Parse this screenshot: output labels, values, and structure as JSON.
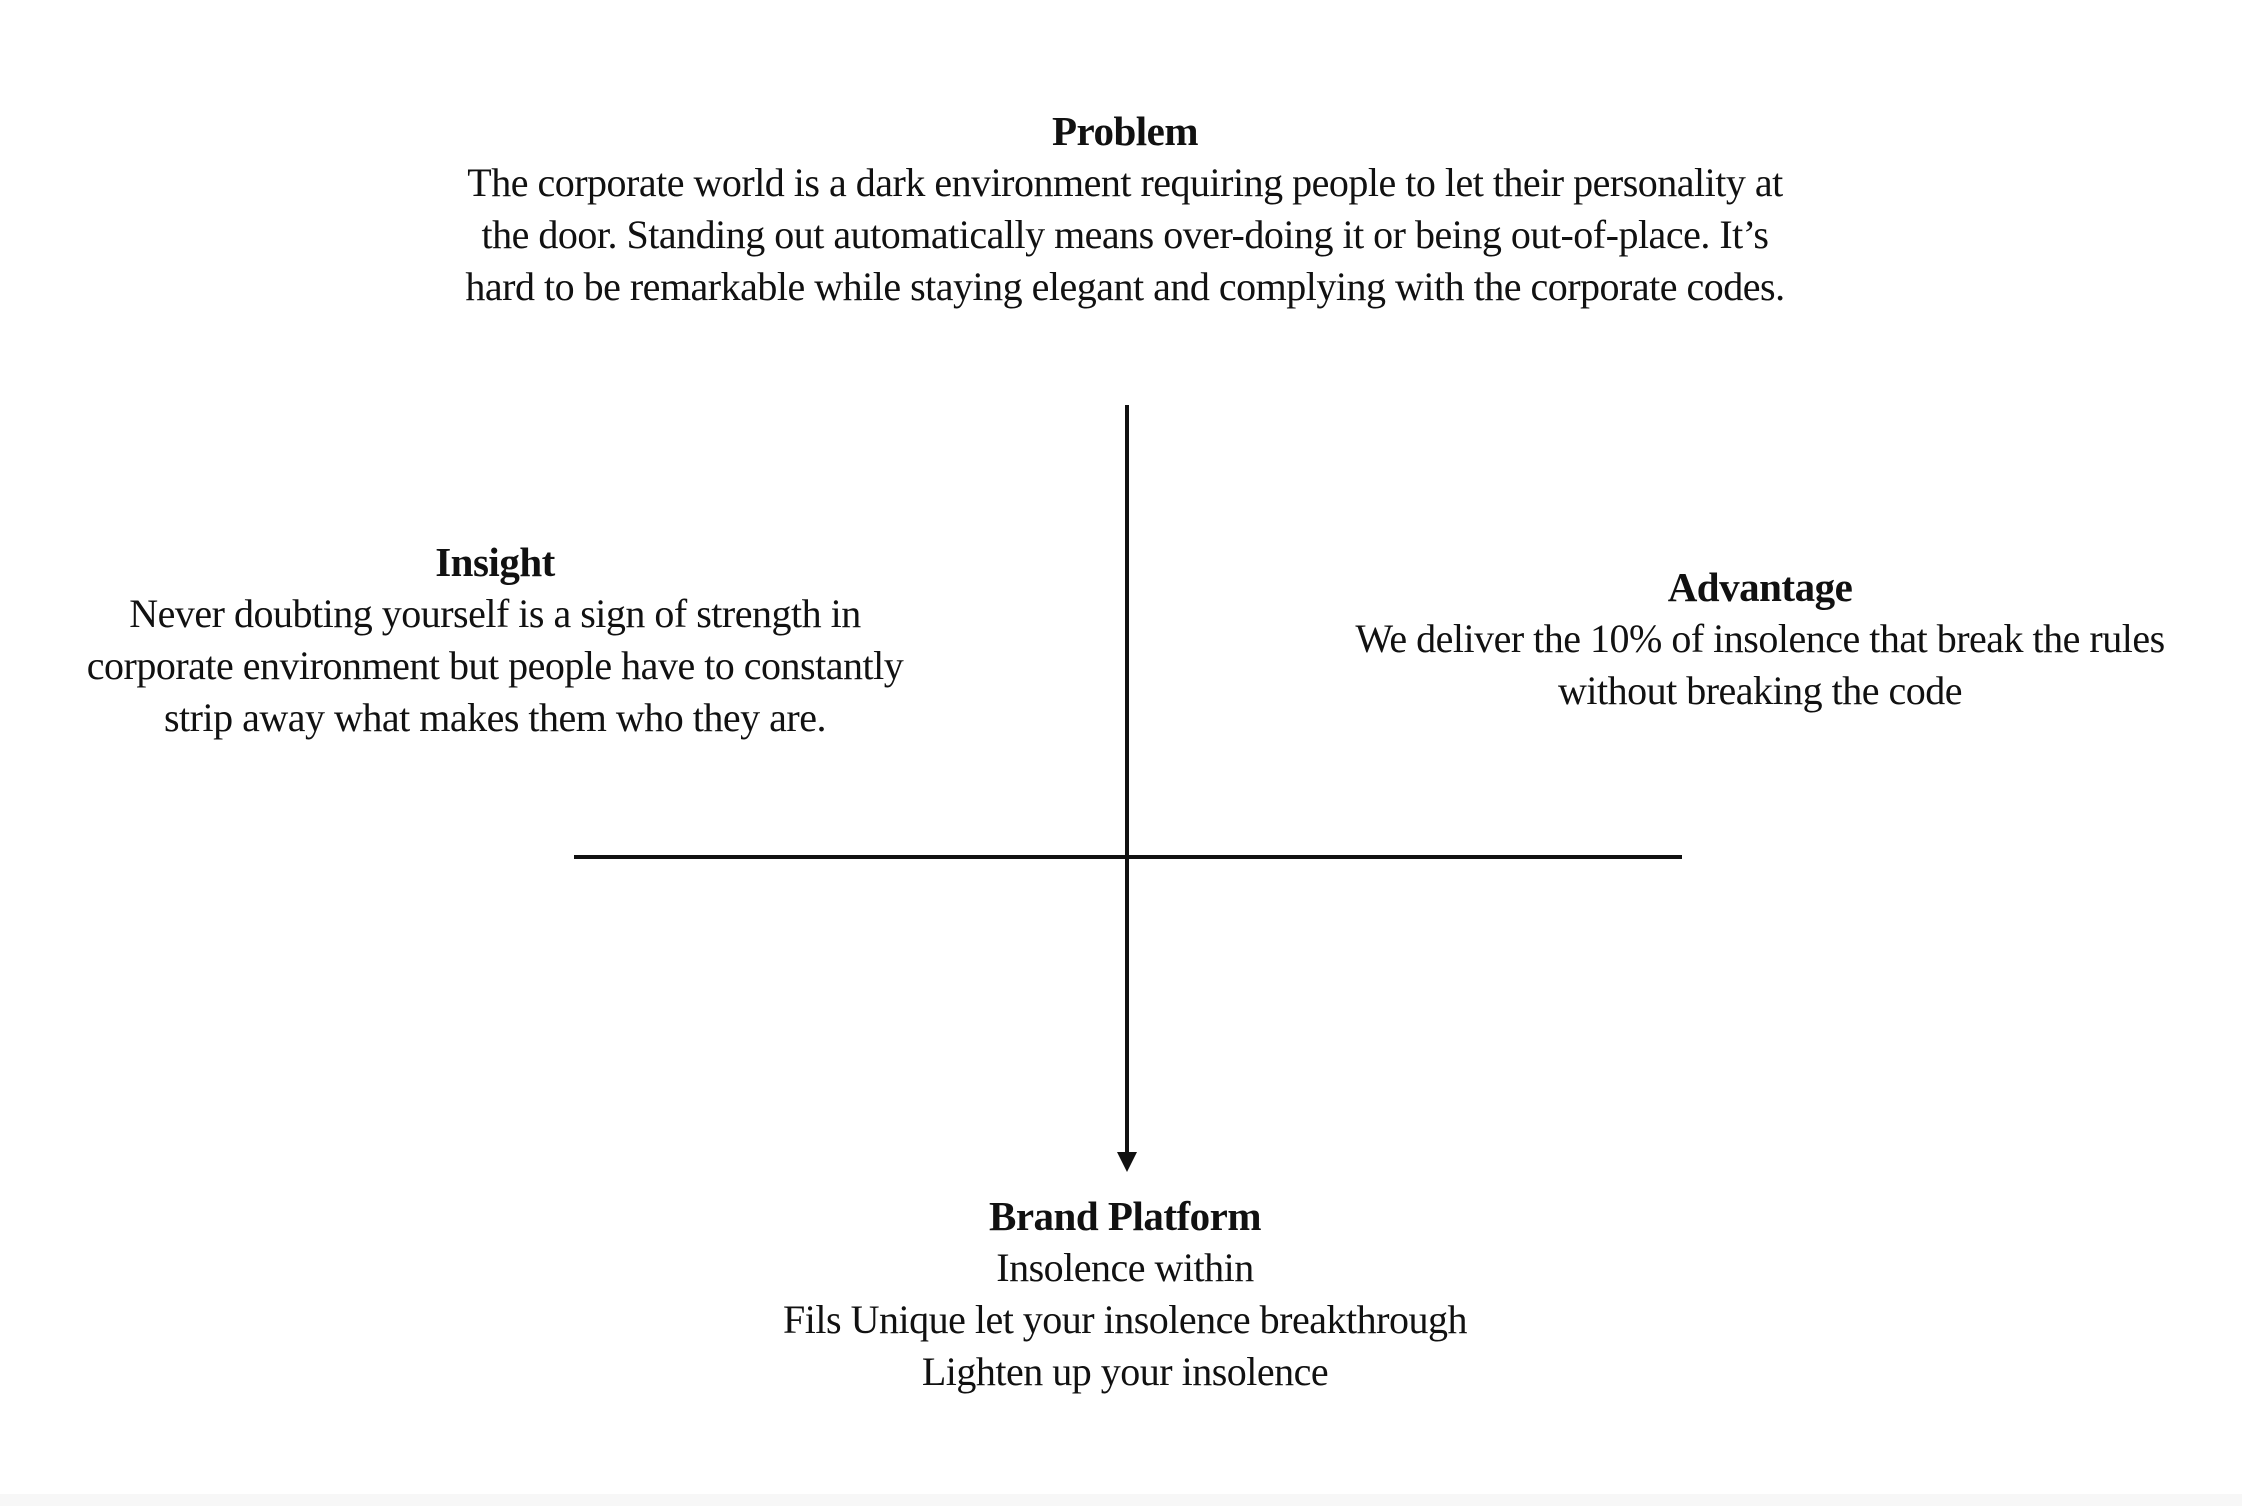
{
  "problem": {
    "heading": "Problem",
    "lines": [
      "The corporate world is a dark environment requiring people to let their personality at",
      "the door. Standing out automatically means over-doing it or being out-of-place. It’s",
      "hard to be remarkable while staying elegant and complying with the corporate codes."
    ]
  },
  "insight": {
    "heading": "Insight",
    "lines": [
      "Never doubting yourself is a sign of strength in",
      "corporate environment but people have to constantly",
      "strip away what makes them who they are."
    ]
  },
  "advantage": {
    "heading": "Advantage",
    "lines": [
      "We deliver the 10% of insolence that break the rules",
      "without breaking the code"
    ]
  },
  "brand_platform": {
    "heading": "Brand Platform",
    "lines": [
      "Insolence within",
      "Fils Unique let your insolence breakthrough",
      "Lighten up your insolence"
    ]
  },
  "colors": {
    "line": "#111111",
    "background": "#ffffff"
  }
}
